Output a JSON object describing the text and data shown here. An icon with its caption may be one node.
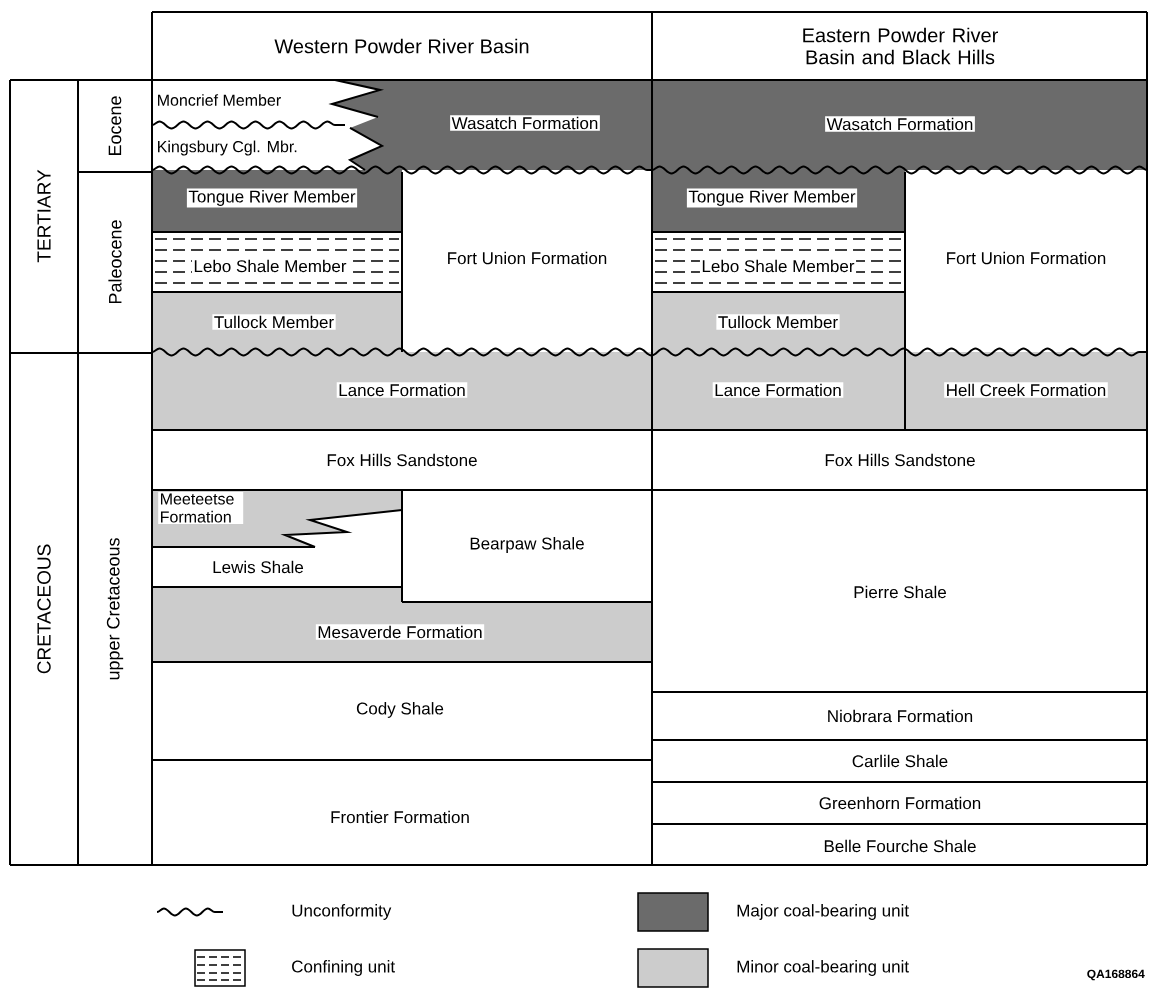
{
  "diagram": {
    "nodes": [
      {
        "text": [
          "Western Powder River Basin"
        ]
      },
      {
        "text": [
          "Eastern Powder River Basin and Black Hills"
        ]
      },
      {
        "text": [
          "TERTIARY"
        ]
      },
      {
        "text": [
          "Eocene"
        ]
      },
      {
        "text": [
          "Paleocene"
        ]
      },
      {
        "text": [
          "CRETACEOUS"
        ]
      },
      {
        "text": [
          "upper Cretaceous"
        ]
      },
      {
        "text": [
          "Moncrief Member"
        ]
      },
      {
        "text": [
          "Wasatch Formation"
        ]
      },
      {
        "text": [
          "Kingsbury Cgl. Mbr."
        ]
      },
      {
        "text": [
          "Tongue River Member"
        ]
      },
      {
        "text": [
          "Lebo Shale Member"
        ]
      },
      {
        "text": [
          "Tullock Member"
        ]
      },
      {
        "text": [
          "Fort Union Formation"
        ]
      },
      {
        "text": [
          "Lance Formation"
        ]
      },
      {
        "text": [
          "Fox Hills Sandstone"
        ]
      },
      {
        "text": [
          "Meeteetse Formation"
        ]
      },
      {
        "text": [
          "Lewis Shale"
        ]
      },
      {
        "text": [
          "Bearpaw Shale"
        ]
      },
      {
        "text": [
          "Mesaverde Formation"
        ]
      },
      {
        "text": [
          "Cody Shale"
        ]
      },
      {
        "text": [
          "Frontier Formation"
        ]
      },
      {
        "text": [
          "Wasatch Formation"
        ]
      },
      {
        "text": [
          "Tongue River Member"
        ]
      },
      {
        "text": [
          "Lebo Shale Member"
        ]
      },
      {
        "text": [
          "Tullock Member"
        ]
      },
      {
        "text": [
          "Fort Union Formation"
        ]
      },
      {
        "text": [
          "Lance Formation"
        ]
      },
      {
        "text": [
          "Hell Creek Formation"
        ]
      },
      {
        "text": [
          "Fox Hills Sandstone"
        ]
      },
      {
        "text": [
          "Pierre Shale"
        ]
      },
      {
        "text": [
          "Niobrara Formation"
        ]
      },
      {
        "text": [
          "Carlile Shale"
        ]
      },
      {
        "text": [
          "Greenhorn Formation"
        ]
      },
      {
        "text": [
          "Belle Fourche Shale"
        ]
      }
    ],
    "labels": [
      "QA168864"
    ],
    "legend": [
      {
        "text": "Unconformity"
      },
      {
        "text": "Confining unit"
      },
      {
        "text": "Major coal-bearing unit"
      },
      {
        "text": "Minor coal-bearing unit"
      }
    ]
  }
}
